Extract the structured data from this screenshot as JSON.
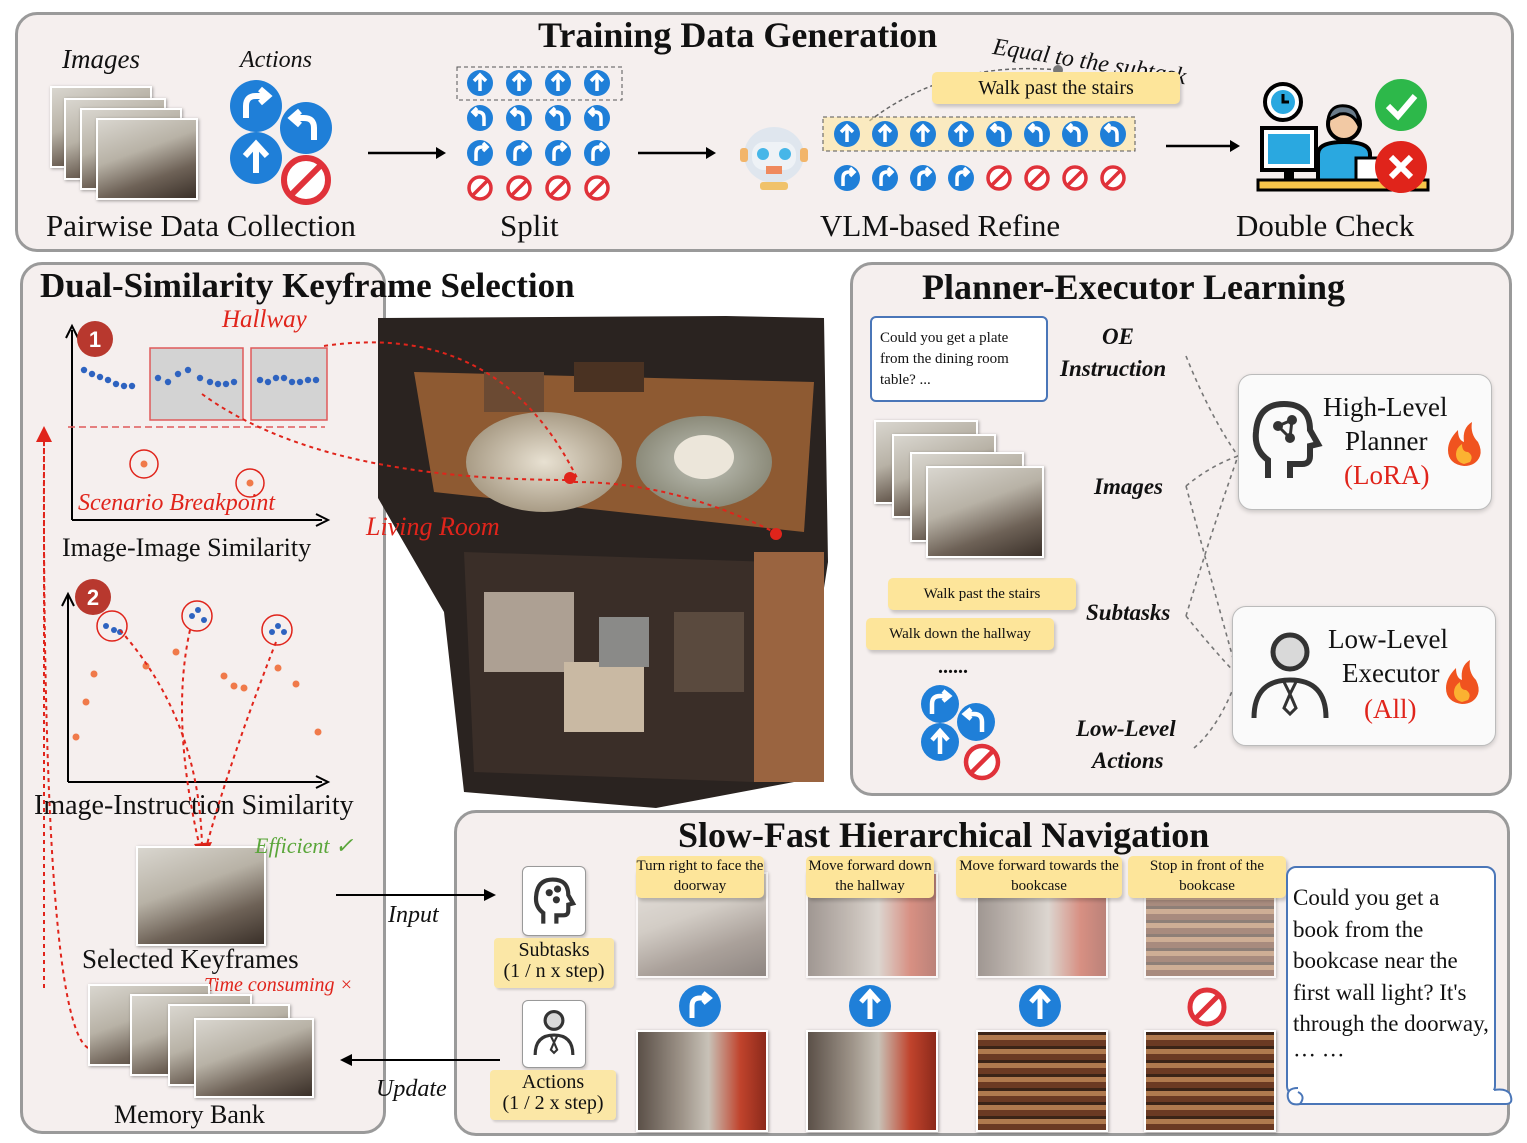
{
  "top": {
    "title": "Training Data Generation",
    "images_label": "Images",
    "actions_label": "Actions",
    "step1": "Pairwise Data Collection",
    "step2": "Split",
    "step3": "VLM-based Refine",
    "step4": "Double Check",
    "equal_note": "Equal to the subtask",
    "subtask_tag": "Walk past the stairs"
  },
  "left": {
    "title": "Dual-Similarity Keyframe Selection",
    "hallway": "Hallway",
    "living_room": "Living Room",
    "breakpoint": "Scenario Breakpoint",
    "chart1_label": "Image-Image Similarity",
    "chart2_label": "Image-Instruction Similarity",
    "badge1": "1",
    "badge2": "2",
    "efficient": "Efficient ✓",
    "selected": "Selected Keyframes",
    "time_consuming": "Time consuming ×",
    "memory": "Memory Bank",
    "input": "Input",
    "update": "Update"
  },
  "right": {
    "title": "Planner-Executor Learning",
    "instruction_text": "Could you get a plate from the dining room table? ...",
    "oe_instruction_line1": "OE",
    "oe_instruction_line2": "Instruction",
    "images": "Images",
    "subtasks": "Subtasks",
    "low_level_line1": "Low-Level",
    "low_level_line2": "Actions",
    "subtask_a": "Walk past the stairs",
    "subtask_b": "Walk down the hallway",
    "ellipsis": "......",
    "planner_line1": "High-Level",
    "planner_line2": "Planner",
    "planner_tag": "(LoRA)",
    "executor_line1": "Low-Level",
    "executor_line2": "Executor",
    "executor_tag": "(All)"
  },
  "bottom": {
    "title": "Slow-Fast Hierarchical Navigation",
    "subtasks_label": "Subtasks",
    "subtasks_rate": "(1 / n x step)",
    "actions_label": "Actions",
    "actions_rate": "(1 / 2 x step)",
    "steps": [
      {
        "caption": "Turn right to face the doorway",
        "action": "turn-right"
      },
      {
        "caption": "Move forward down the hallway",
        "action": "forward"
      },
      {
        "caption": "Move forward towards the bookcase",
        "action": "forward"
      },
      {
        "caption": "Stop in front of the bookcase",
        "action": "stop"
      }
    ],
    "instruction": "Could you get a book from the bookcase near the first wall light? It's through the doorway, ··· ···"
  },
  "colors": {
    "accent_red": "#e0241b",
    "icon_blue": "#1f7fd8",
    "stop_red": "#e0323a",
    "check_green": "#2db84a",
    "panel_bg": "#f5efee",
    "tag_yellow": "#fde59a"
  }
}
